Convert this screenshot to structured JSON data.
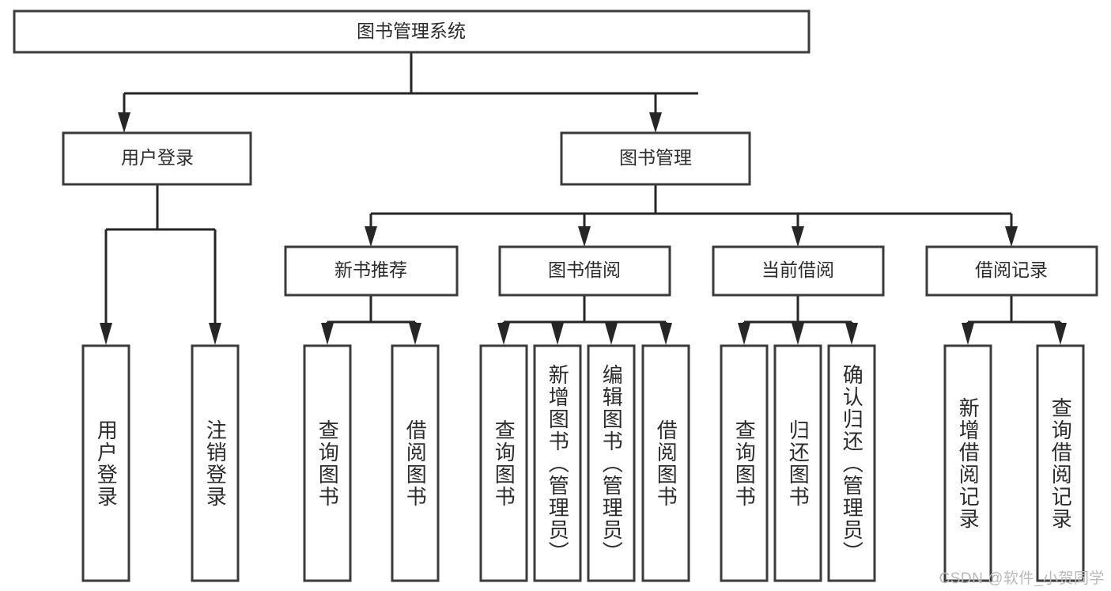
{
  "diagram": {
    "title": "图书管理系统",
    "watermark": "CSDN @软件_小贺同学",
    "levels": {
      "root": {
        "label": "图书管理系统"
      },
      "level2": [
        {
          "label": "用户登录"
        },
        {
          "label": "图书管理"
        }
      ],
      "level3": [
        {
          "label": "新书推荐"
        },
        {
          "label": "图书借阅"
        },
        {
          "label": "当前借阅"
        },
        {
          "label": "借阅记录"
        }
      ],
      "leaves": {
        "user_login": [
          {
            "label": "用户登录"
          },
          {
            "label": "注销登录"
          }
        ],
        "new_book_recommend": [
          {
            "label": "查询图书"
          },
          {
            "label": "借阅图书"
          }
        ],
        "book_borrow": [
          {
            "label": "查询图书"
          },
          {
            "label": "新增图书（管理员）"
          },
          {
            "label": "编辑图书（管理员）"
          },
          {
            "label": "借阅图书"
          }
        ],
        "current_borrow": [
          {
            "label": "查询图书"
          },
          {
            "label": "归还图书"
          },
          {
            "label": "确认归还（管理员）"
          }
        ],
        "borrow_record": [
          {
            "label": "新增借阅记录"
          },
          {
            "label": "查询借阅记录"
          }
        ]
      }
    },
    "colors": {
      "box_stroke": "#3b3b3b",
      "edge": "#262626",
      "text": "#2b2b2b",
      "background": "#ffffff",
      "watermark": "#b9b9b9"
    }
  }
}
